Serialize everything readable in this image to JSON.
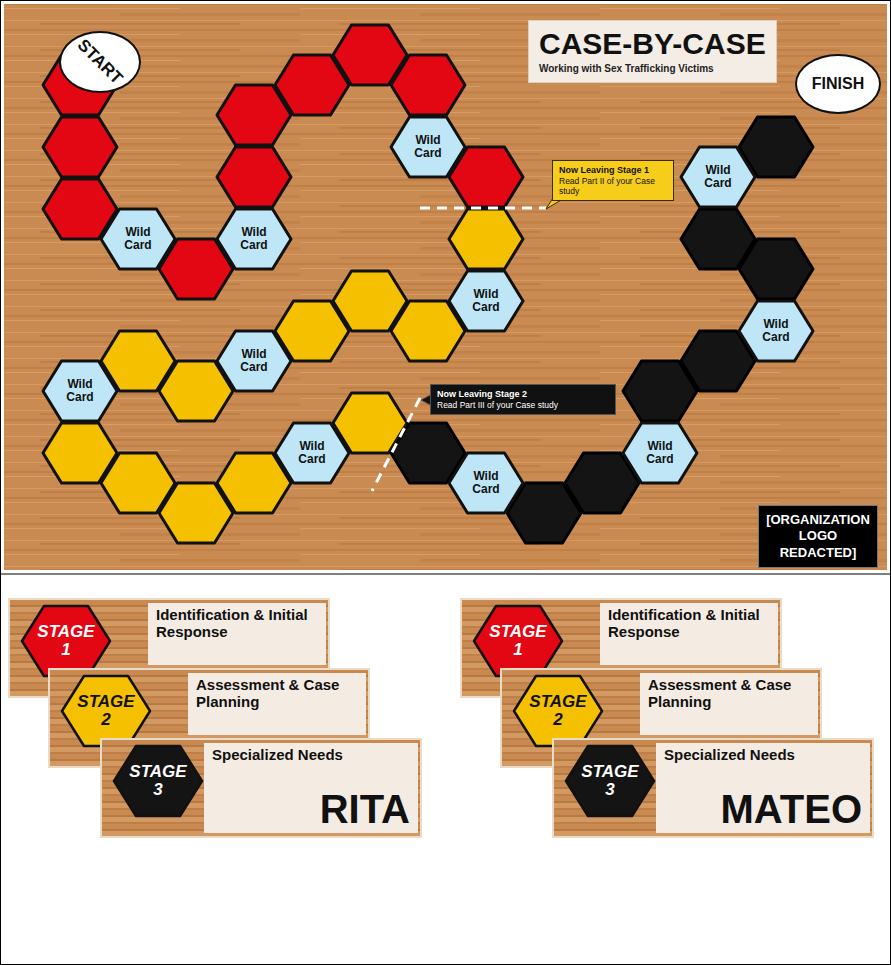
{
  "diagram": {
    "nodes": [
      {
        "text": [
          "START"
        ]
      },
      {
        "text": [
          "CASE-BY-CASE",
          "Working with Sex Trafficking Victims"
        ]
      },
      {
        "text": [
          "Wild Card"
        ]
      },
      {
        "text": [
          "Wild Card"
        ]
      },
      {
        "text": [
          "Wild Card"
        ]
      },
      {
        "text": [
          "Now Leaving Stage 1",
          "Read Part II of your Case study"
        ]
      },
      {
        "text": [
          "Wild Card"
        ]
      },
      {
        "text": [
          "Wild Card"
        ]
      },
      {
        "text": [
          "Wild Card"
        ]
      },
      {
        "text": [
          "Wild Card"
        ]
      },
      {
        "text": [
          "Now Leaving Stage 2",
          "Read Part III of your Case study"
        ]
      },
      {
        "text": [
          "Wild Card"
        ]
      },
      {
        "text": [
          "Wild Card"
        ]
      },
      {
        "text": [
          "Wild Card"
        ]
      },
      {
        "text": [
          "Wild Card"
        ]
      },
      {
        "text": [
          "FINISH"
        ]
      },
      {
        "text": [
          "[ORGANIZATION LOGO REDACTED]"
        ]
      },
      {
        "text": [
          "Identification & Initial Response"
        ]
      },
      {
        "text": [
          "STAGE 1"
        ],
        "in": 17
      },
      {
        "text": [
          "Assessment & Case Planning"
        ]
      },
      {
        "text": [
          "STAGE 2"
        ],
        "in": 19
      },
      {
        "text": [
          "Specialized Needs",
          "RITA"
        ]
      },
      {
        "text": [
          "STAGE 3"
        ],
        "in": 21
      },
      {
        "text": [
          "Identification & Initial Response"
        ]
      },
      {
        "text": [
          "STAGE 1"
        ],
        "in": 23
      },
      {
        "text": [
          "Assessment & Case Planning"
        ]
      },
      {
        "text": [
          "STAGE 2"
        ],
        "in": 25
      },
      {
        "text": [
          "Specialized Needs",
          "MATEO"
        ]
      },
      {
        "text": [
          "STAGE 3"
        ],
        "in": 27
      }
    ]
  }
}
